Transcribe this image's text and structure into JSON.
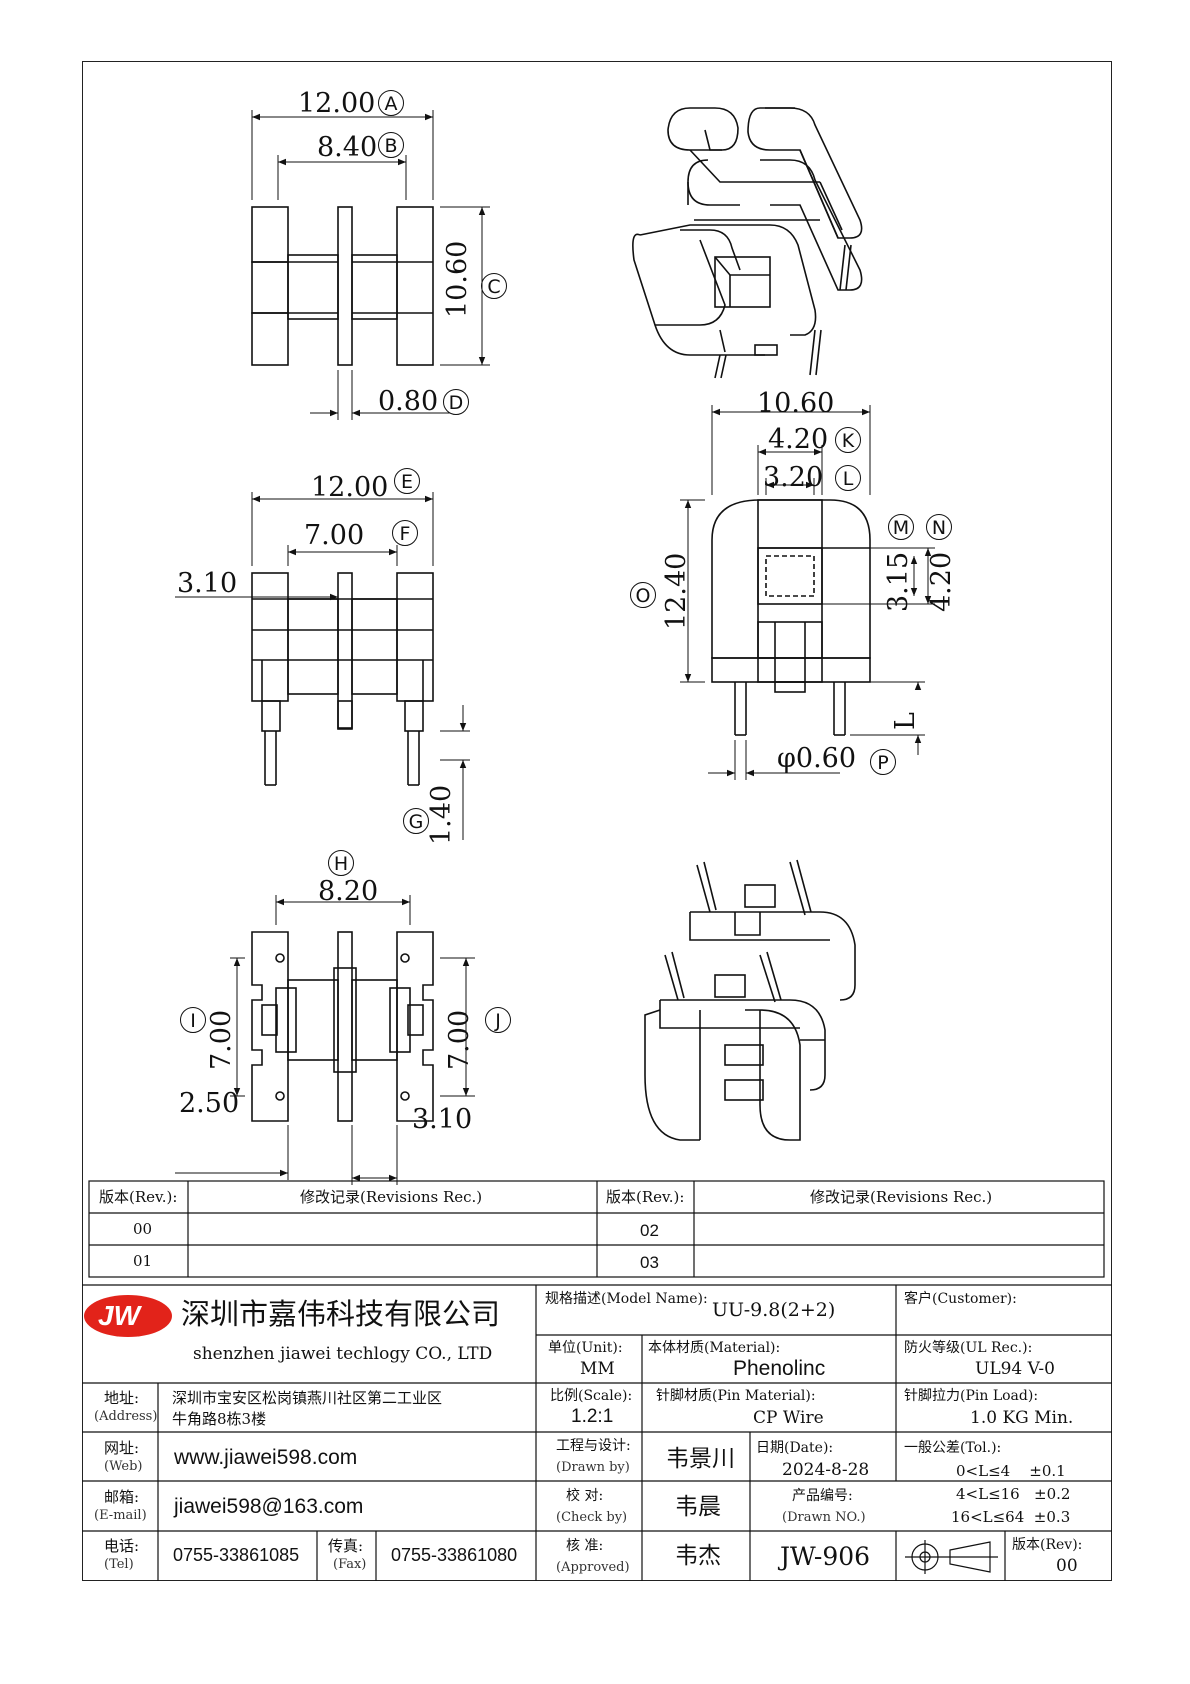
{
  "drawing": {
    "view1": {
      "d_a": "12.00",
      "l_a": "A",
      "d_b": "8.40",
      "l_b": "B",
      "d_c": "10.60",
      "l_c": "C",
      "d_d": "0.80",
      "l_d": "D"
    },
    "view2": {
      "d_top": "10.60",
      "d_k": "4.20",
      "l_k": "K",
      "d_l": "3.20",
      "l_l": "L",
      "d_o": "12.40",
      "l_o": "O",
      "d_m": "3.15",
      "l_m": "M",
      "d_n": "4.20",
      "l_n": "N",
      "d_len": "L",
      "d_p": "φ0.60",
      "l_p": "P"
    },
    "view3": {
      "d_e": "12.00",
      "l_e": "E",
      "d_f": "7.00",
      "l_f": "F",
      "d_side": "3.10",
      "d_g": "1.40",
      "l_g": "G"
    },
    "view4": {
      "d_h": "8.20",
      "l_h": "H",
      "d_i": "7.00",
      "l_i": "I",
      "d_j": "7.00",
      "l_j": "J",
      "d_25": "2.50",
      "d_31": "3.10"
    }
  },
  "revisions": {
    "headers": [
      "版本(Rev.):",
      "修改记录(Revisions Rec.)",
      "版本(Rev.):",
      "修改记录(Revisions Rec.)"
    ],
    "rows": [
      [
        "00",
        "",
        "02",
        ""
      ],
      [
        "01",
        "",
        "03",
        ""
      ]
    ]
  },
  "company": {
    "logo": "JW",
    "name_cn": "深圳市嘉伟科技有限公司",
    "name_en": "shenzhen jiawei techlogy CO., LTD",
    "address_label": "地址:",
    "address_label_en": "(Address)",
    "address_line1": "深圳市宝安区松岗镇燕川社区第二工业区",
    "address_line2": "牛角路8栋3楼",
    "web_label": "网址:",
    "web_label_en": "(Web)",
    "web": "www.jiawei598.com",
    "email_label": "邮箱:",
    "email_label_en": "(E-mail)",
    "email": "jiawei598@163.com",
    "tel_label": "电话:",
    "tel_label_en": "(Tel)",
    "tel": "0755-33861085",
    "fax_label": "传真:",
    "fax_label_en": "(Fax)",
    "fax": "0755-33861080"
  },
  "spec": {
    "model_label": "规格描述(Model Name):",
    "model": "UU-9.8(2+2)",
    "customer_label": "客户(Customer):",
    "unit_label": "单位(Unit):",
    "unit": "MM",
    "material_label": "本体材质(Material):",
    "material": "Phenolinc",
    "ul_label": "防火等级(UL Rec.):",
    "ul": "UL94 V-0",
    "scale_label": "比例(Scale):",
    "scale": "1.2:1",
    "pin_material_label": "针脚材质(Pin Material):",
    "pin_material": "CP Wire",
    "pin_load_label": "针脚拉力(Pin Load):",
    "pin_load": "1.0 KG Min.",
    "drawn_label": "工程与设计:",
    "drawn_label_en": "(Drawn by)",
    "drawn": "韦景川",
    "date_label": "日期(Date):",
    "date": "2024-8-28",
    "tol_label": "一般公差(Tol.):",
    "tol": [
      "0<L≤4    ±0.1",
      "4<L≤16   ±0.2",
      "16<L≤64  ±0.3"
    ],
    "check_label": "校  对:",
    "check_label_en": "(Check by)",
    "check": "韦晨",
    "drawno_label": "产品编号:",
    "drawno_label_en": "(Drawn NO.)",
    "approved_label": "核  准:",
    "approved_label_en": "(Approved)",
    "approved": "韦杰",
    "drawno": "JW-906",
    "rev_label": "版本(Rev):",
    "rev": "00"
  },
  "colors": {
    "logo_red": "#e2231a",
    "line": "#111111"
  }
}
